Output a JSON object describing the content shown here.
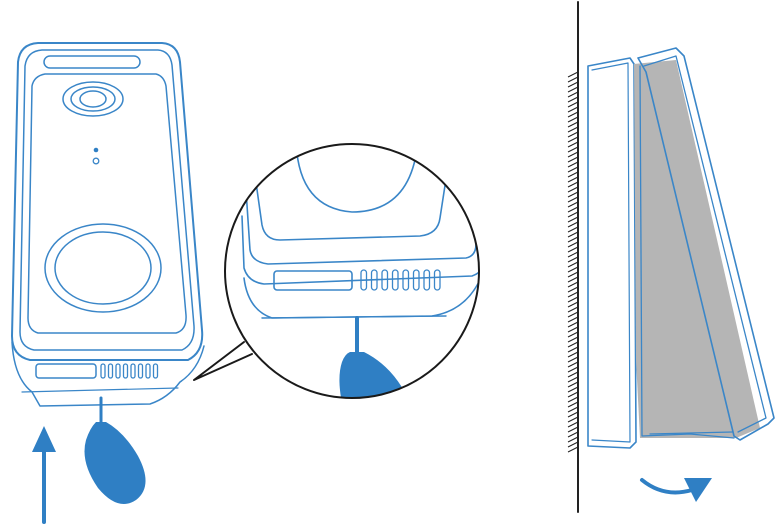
{
  "colors": {
    "outline": "#3a86c8",
    "tool": "#2f7fc4",
    "arrow": "#2f7fc4",
    "wall": "#222222",
    "mount_face": "#b5b5b5",
    "background": "#ffffff"
  },
  "panels": {
    "doorbell_front": {
      "icon": "video-doorbell-front"
    },
    "zoom_callout": {
      "icon": "magnified-bottom-release-hole"
    },
    "wall_side_view": {
      "icon": "doorbell-tilting-off-wall-mount"
    }
  },
  "indicators": {
    "push_up_arrow": "up-arrow-icon",
    "rotate_out_arrow": "curved-arrow-icon",
    "release_tool": "release-pin-tool-icon"
  }
}
